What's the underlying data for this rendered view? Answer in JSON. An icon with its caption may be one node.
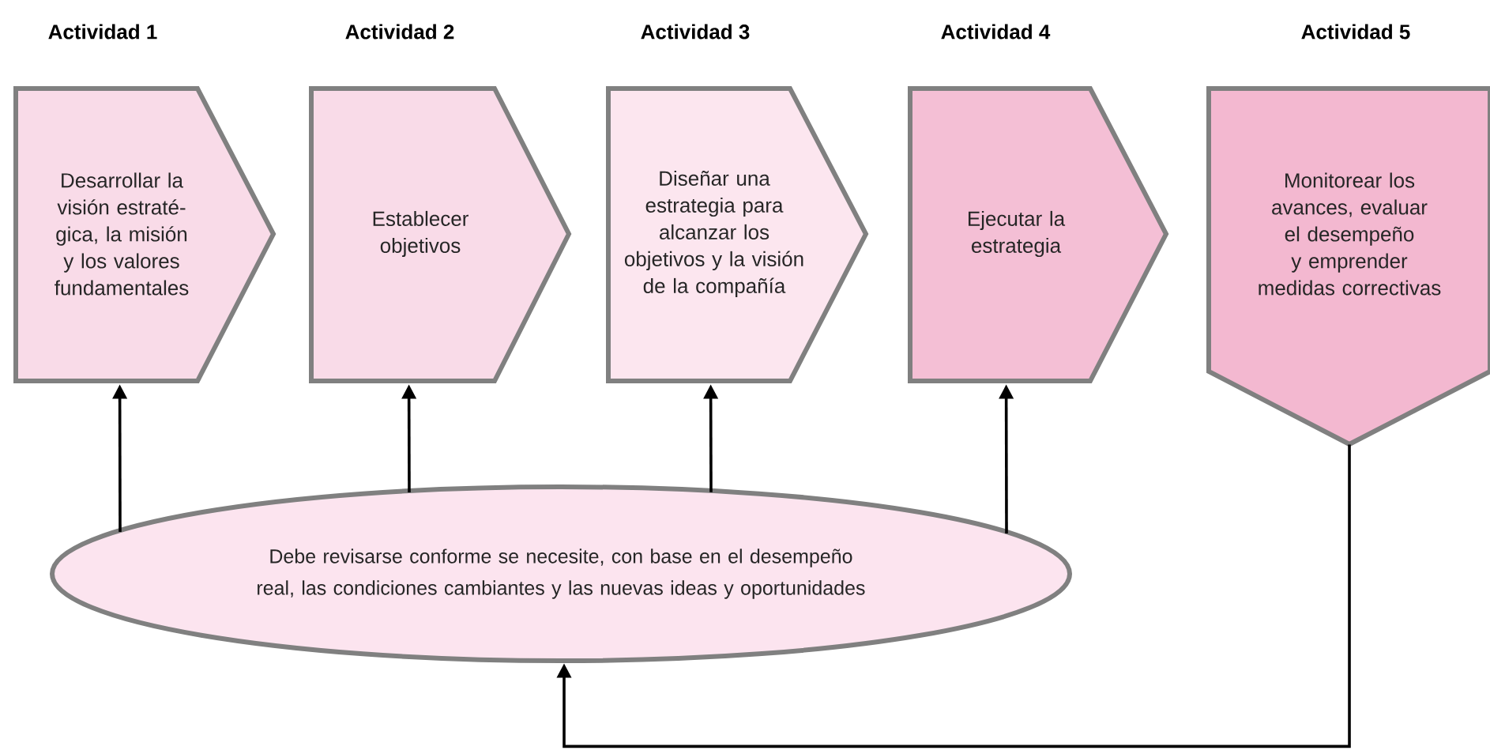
{
  "diagram": {
    "nodes": [
      {
        "text": [
          "Actividad 1",
          "Desarrollar la visión estraté- gica, la misión y los valores fundamentales"
        ]
      },
      {
        "text": [
          "Actividad 2",
          "Establecer objetivos"
        ]
      },
      {
        "text": [
          "Actividad 3",
          "Diseñar una estrategia para alcanzar los objetivos y la visión de la compañía"
        ]
      },
      {
        "text": [
          "Actividad 4",
          "Ejecutar la estrategia"
        ]
      },
      {
        "text": [
          "Actividad 5",
          "Monitorear los avances, evaluar el desempeño y emprender medidas correctivas"
        ]
      },
      {
        "text": [
          "Debe revisarse conforme se necesite, con base en el desempeño real, las condiciones cambiantes y las nuevas ideas y oportunidades"
        ]
      }
    ],
    "edges": [
      {
        "from": 5,
        "to": 0,
        "arrow": "to"
      },
      {
        "from": 5,
        "to": 1,
        "arrow": "to"
      },
      {
        "from": 5,
        "to": 2,
        "arrow": "to"
      },
      {
        "from": 5,
        "to": 3,
        "arrow": "to"
      },
      {
        "from": 4,
        "to": 5,
        "arrow": "to"
      }
    ]
  }
}
